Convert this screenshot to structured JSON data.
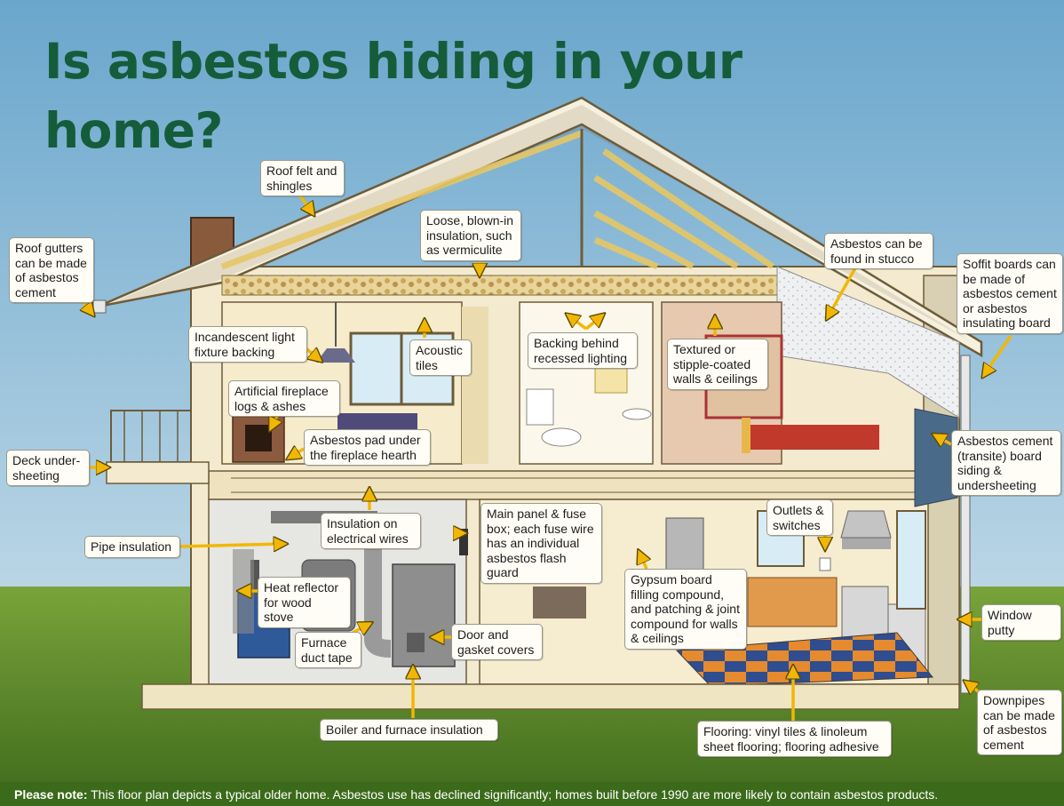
{
  "title": "Is asbestos hiding in your home?",
  "labels": {
    "roof_felt": "Roof felt and shingles",
    "roof_gutters": "Roof gutters can be made of asbestos cement",
    "loose_insulation": "Loose, blown-in insulation, such as vermiculite",
    "stucco": "Asbestos can be found in stucco",
    "soffit": "Soffit boards can be made of asbestos cement or asbestos insulating board",
    "incandescent": "Incandescent light fixture backing",
    "acoustic": "Acoustic tiles",
    "recessed": "Backing behind recessed lighting",
    "textured": "Textured or stipple-coated walls & ceilings",
    "fireplace_logs": "Artificial fireplace logs & ashes",
    "fireplace_pad": "Asbestos pad under the fireplace hearth",
    "siding": "Asbestos cement (transite) board siding & undersheeting",
    "deck": "Deck under-sheeting",
    "elec_insulation": "Insulation on electrical wires",
    "main_panel": "Main panel & fuse box; each fuse wire has an individual asbestos flash guard",
    "outlets": "Outlets & switches",
    "pipe": "Pipe insulation",
    "heat_reflector": "Heat reflector for wood stove",
    "gypsum": "Gypsum board filling compound, and patching & joint compound for walls & ceilings",
    "window_putty": "Window putty",
    "duct_tape": "Furnace duct tape",
    "door_gasket": "Door and gasket covers",
    "downpipes": "Downpipes can be made of asbestos cement",
    "boiler": "Boiler and furnace insulation",
    "flooring": "Flooring: vinyl tiles & linoleum sheet flooring; flooring adhesive"
  },
  "note": {
    "lead": "Please note:",
    "text": " This floor plan depicts a typical older home. Asbestos use has declined significantly; homes built before 1990 are more likely to contain asbestos products."
  },
  "colors": {
    "title": "#155c3a",
    "arrow": "#f2b705",
    "sky": "#7fb3d2",
    "grass": "#5f8f2c",
    "house": "#f3ead0"
  }
}
